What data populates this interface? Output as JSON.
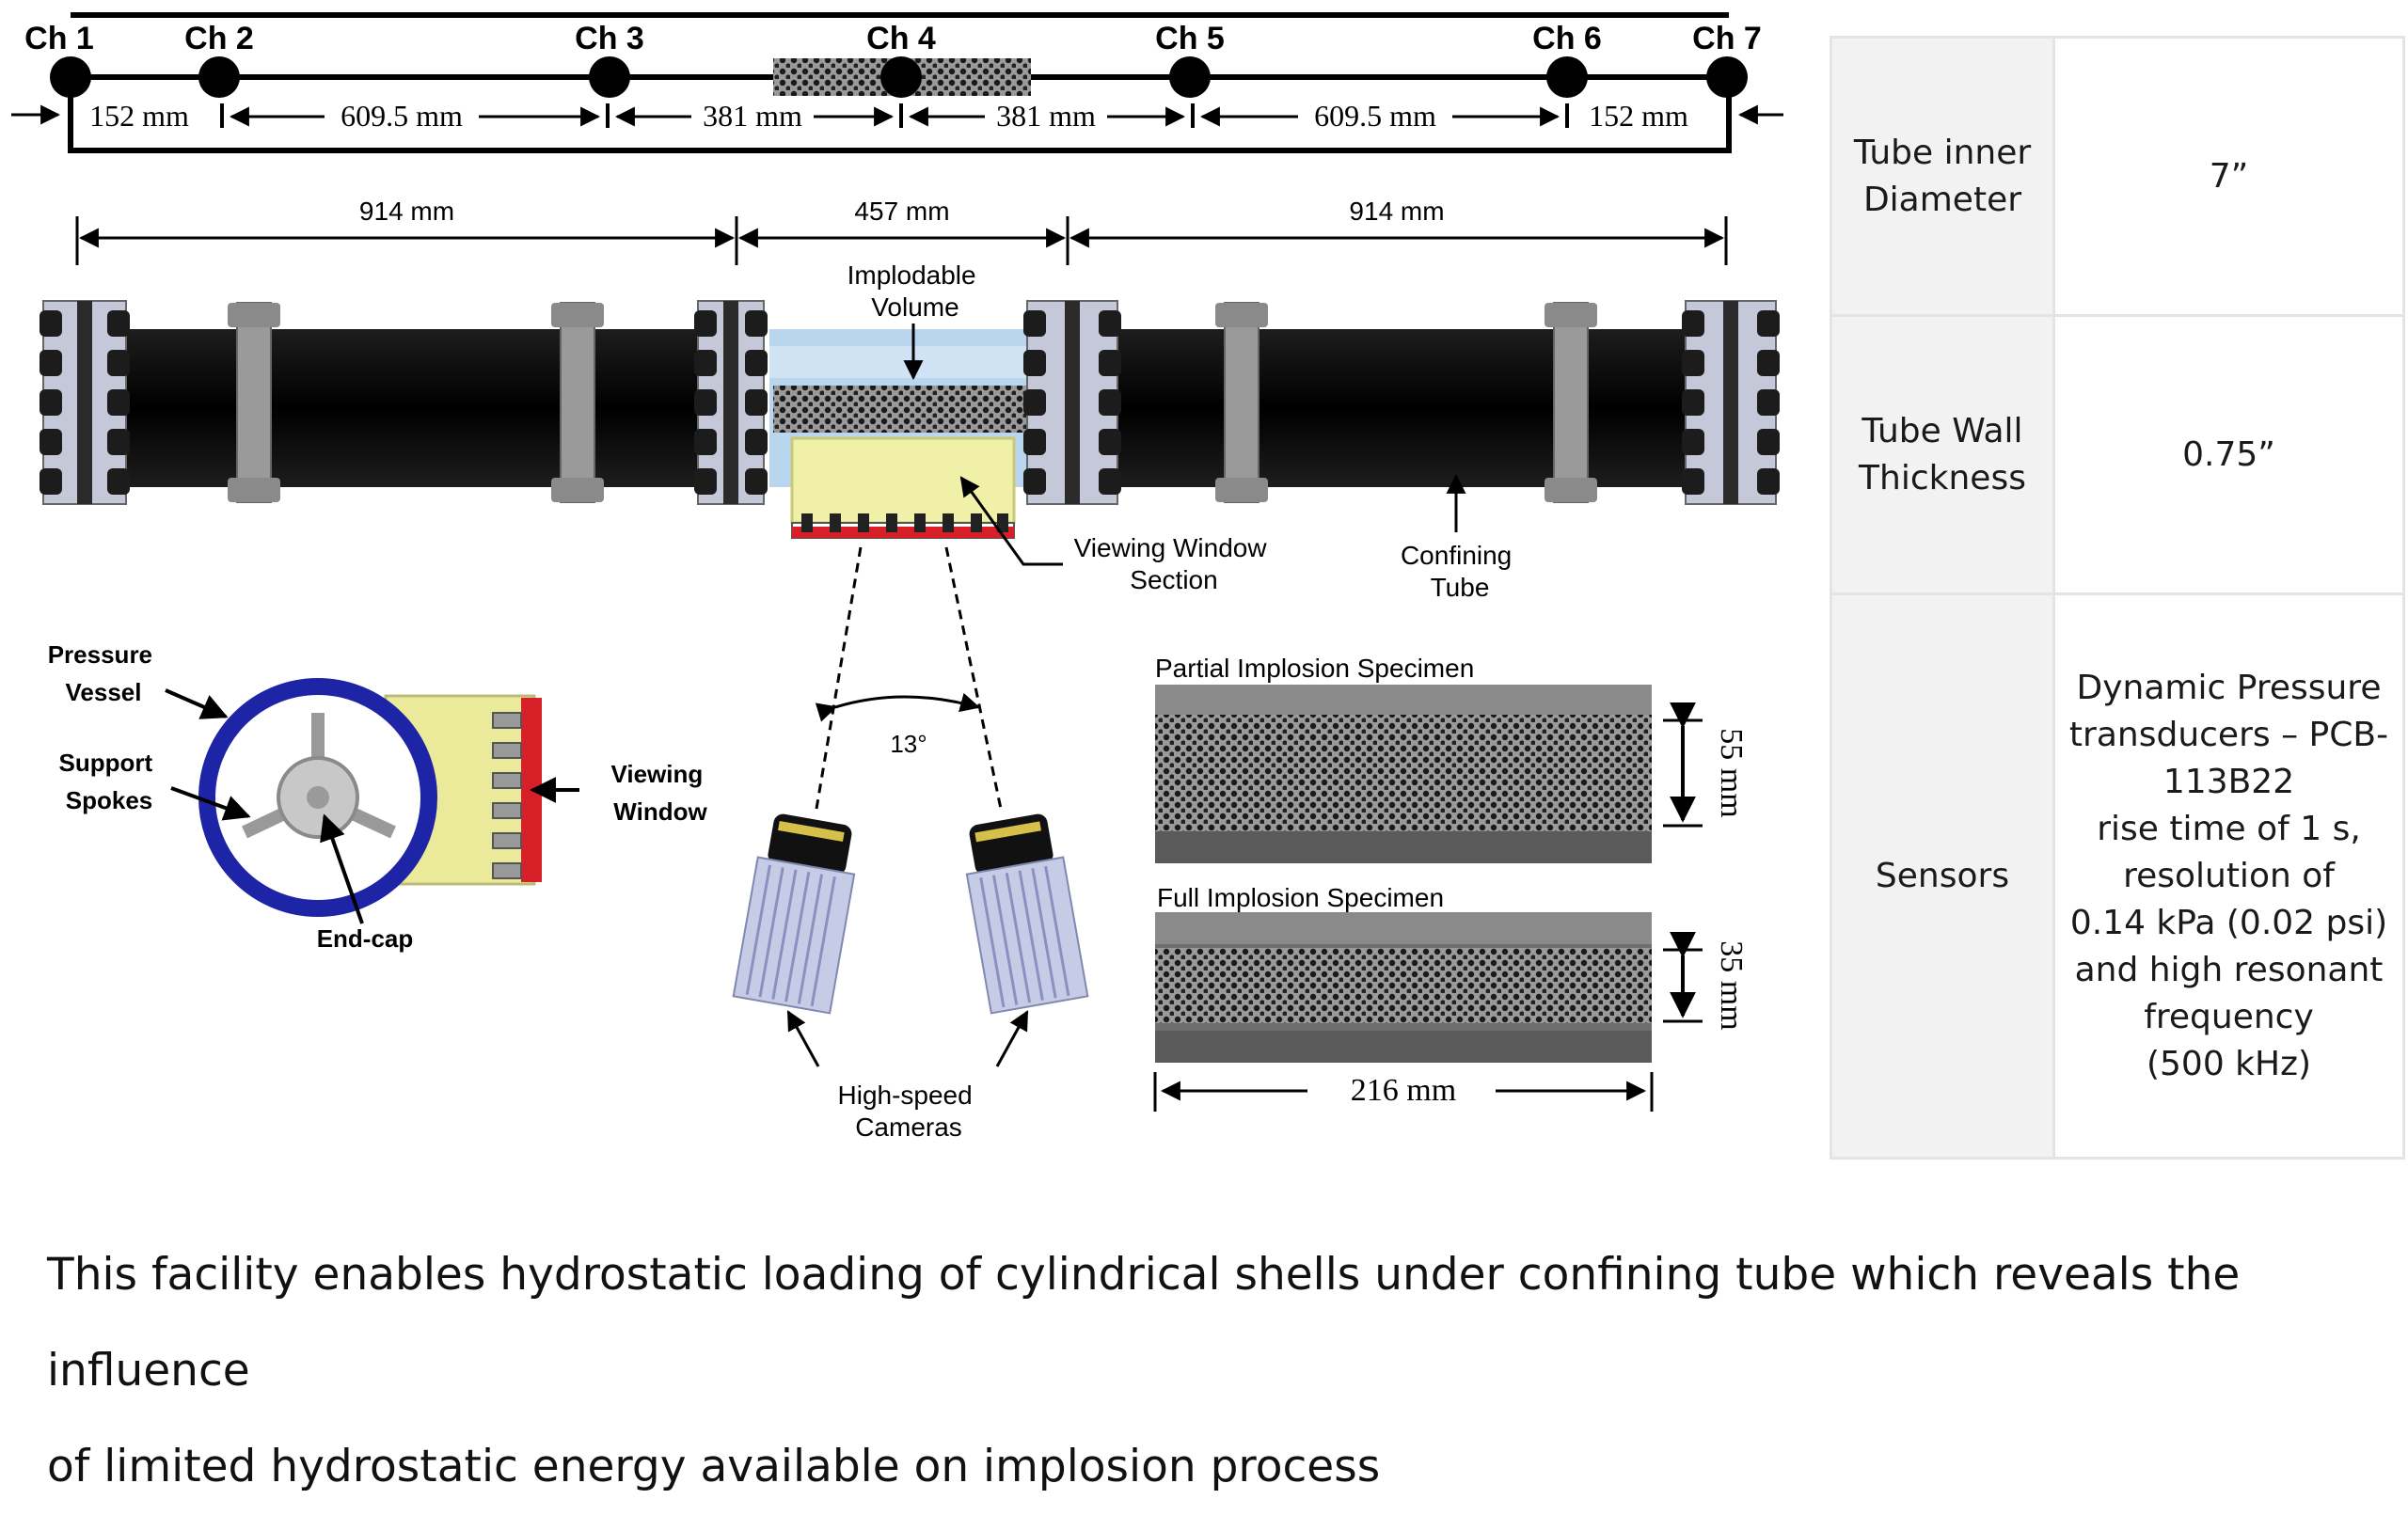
{
  "channel_labels": [
    "Ch 1",
    "Ch 2",
    "Ch 3",
    "Ch 4",
    "Ch 5",
    "Ch 6",
    "Ch 7"
  ],
  "sensor_spacings": [
    "152 mm",
    "609.5 mm",
    "381 mm",
    "381 mm",
    "609.5 mm",
    "152 mm"
  ],
  "section_lengths": [
    "914 mm",
    "457 mm",
    "914 mm"
  ],
  "labels": {
    "implodable_volume": [
      "Implodable",
      "Volume"
    ],
    "viewing_window_section": [
      "Viewing Window",
      "Section"
    ],
    "confining_tube": [
      "Confining",
      "Tube"
    ],
    "pressure_vessel": [
      "Pressure",
      "Vessel"
    ],
    "support_spokes": [
      "Support",
      "Spokes"
    ],
    "viewing_window": [
      "Viewing",
      "Window"
    ],
    "end_cap": "End-cap",
    "camera_angle": "13°",
    "high_speed_cameras": [
      "High-speed",
      "Cameras"
    ],
    "partial_specimen": "Partial Implosion Specimen",
    "full_specimen": "Full Implosion Specimen",
    "partial_dim": "55 mm",
    "full_dim": "35 mm",
    "specimen_length": "216 mm"
  },
  "properties": [
    {
      "label": [
        "Tube inner",
        "Diameter"
      ],
      "value": [
        "7”"
      ]
    },
    {
      "label": [
        "Tube Wall",
        "Thickness"
      ],
      "value": [
        "0.75”"
      ]
    },
    {
      "label": [
        "Sensors"
      ],
      "value": [
        "Dynamic Pressure",
        "transducers – PCB-",
        "113B22",
        "rise time of 1 s,",
        "resolution of",
        "0.14 kPa (0.02 psi)",
        "and high resonant",
        "frequency",
        "(500 kHz)"
      ]
    }
  ],
  "caption_lines": [
    "This facility enables hydrostatic loading of cylindrical shells under confining tube which reveals the influence",
    "of limited hydrostatic energy available on implosion process"
  ],
  "colors": {
    "vessel_ring": "#1e24a6",
    "window_red": "#d61f26",
    "window_yellow": "#f0f0a8",
    "tube_black": "#0a0a0a"
  }
}
